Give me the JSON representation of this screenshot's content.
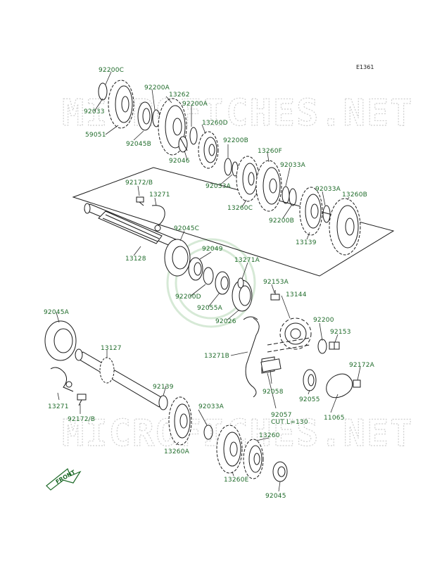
{
  "diagram": {
    "figure_id": "E1361",
    "watermark_text": "MICROFICHES.NET",
    "front_label": "FRONT",
    "cut_note": "CUT L=130",
    "labels": [
      {
        "id": "p92200C",
        "text": "92200C"
      },
      {
        "id": "p92033_top",
        "text": "92033"
      },
      {
        "id": "p59051",
        "text": "59051"
      },
      {
        "id": "p92200A_1",
        "text": "92200A"
      },
      {
        "id": "p13262",
        "text": "13262"
      },
      {
        "id": "p92200A_2",
        "text": "92200A"
      },
      {
        "id": "p92045B",
        "text": "92045B"
      },
      {
        "id": "p13260D",
        "text": "13260D"
      },
      {
        "id": "p92046",
        "text": "92046"
      },
      {
        "id": "p92200B_1",
        "text": "92200B"
      },
      {
        "id": "p13260F",
        "text": "13260F"
      },
      {
        "id": "p92033A_1",
        "text": "92033A"
      },
      {
        "id": "p92033A_2",
        "text": "92033A"
      },
      {
        "id": "p13260C",
        "text": "13260C"
      },
      {
        "id": "p92033A_3",
        "text": "92033A"
      },
      {
        "id": "p13260B",
        "text": "13260B"
      },
      {
        "id": "p92200B_2",
        "text": "92200B"
      },
      {
        "id": "p13139",
        "text": "13139"
      },
      {
        "id": "p92172B_1",
        "text": "92172/B"
      },
      {
        "id": "p13271_1",
        "text": "13271"
      },
      {
        "id": "p92045C",
        "text": "92045C"
      },
      {
        "id": "p13128",
        "text": "13128"
      },
      {
        "id": "p92049",
        "text": "92049"
      },
      {
        "id": "p13271A",
        "text": "13271A"
      },
      {
        "id": "p92153A",
        "text": "92153A"
      },
      {
        "id": "p13144",
        "text": "13144"
      },
      {
        "id": "p92200D",
        "text": "92200D"
      },
      {
        "id": "p92055A",
        "text": "92055A"
      },
      {
        "id": "p92026",
        "text": "92026"
      },
      {
        "id": "p92045A",
        "text": "92045A"
      },
      {
        "id": "p92200",
        "text": "92200"
      },
      {
        "id": "p92153",
        "text": "92153"
      },
      {
        "id": "p13127",
        "text": "13127"
      },
      {
        "id": "p13271B",
        "text": "13271B"
      },
      {
        "id": "p92172A",
        "text": "92172A"
      },
      {
        "id": "p92058",
        "text": "92058"
      },
      {
        "id": "p92139",
        "text": "92139"
      },
      {
        "id": "p92055",
        "text": "92055"
      },
      {
        "id": "p11065",
        "text": "11065"
      },
      {
        "id": "p92057",
        "text": "92057"
      },
      {
        "id": "p13271_2",
        "text": "13271"
      },
      {
        "id": "p92033A_4",
        "text": "92033A"
      },
      {
        "id": "p92172B_2",
        "text": "92172/B"
      },
      {
        "id": "p13260A",
        "text": "13260A"
      },
      {
        "id": "p13260",
        "text": "13260"
      },
      {
        "id": "p13260E",
        "text": "13260E"
      },
      {
        "id": "p92045",
        "text": "92045"
      }
    ]
  }
}
